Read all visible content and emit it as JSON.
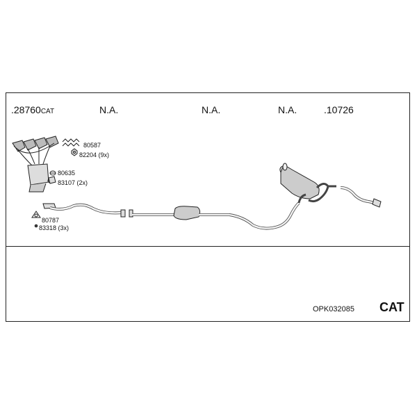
{
  "columns": [
    {
      "prefix": ".28760",
      "suffix": "CAT"
    },
    {
      "text": "N.A."
    },
    {
      "text": "N.A."
    },
    {
      "text": "N.A."
    },
    {
      "text": ".10726"
    }
  ],
  "parts": {
    "p1": "80587",
    "p2": "82204 (9x)",
    "p3": "80635",
    "p4": "83107 (2x)",
    "p5": "80787",
    "p6": "83318 (3x)"
  },
  "footer": {
    "code": "OPK032085",
    "category": "CAT"
  }
}
